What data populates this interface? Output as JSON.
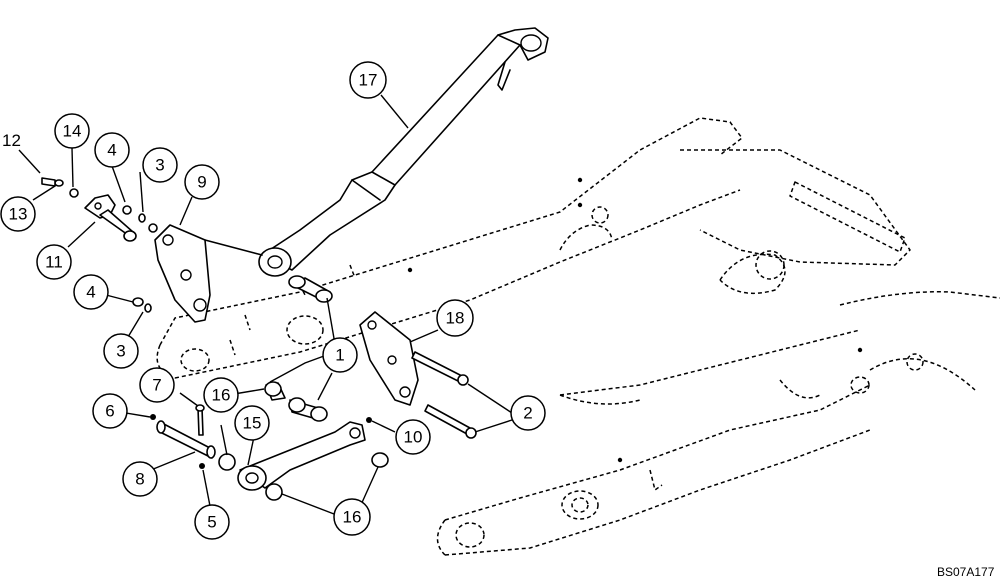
{
  "figure_code": "BS07A177",
  "callouts": {
    "c1": "1",
    "c2": "2",
    "c3a": "3",
    "c3b": "3",
    "c4a": "4",
    "c4b": "4",
    "c5": "5",
    "c6": "6",
    "c7": "7",
    "c8": "8",
    "c9": "9",
    "c10": "10",
    "c11": "11",
    "c12": "12",
    "c13": "13",
    "c14": "14",
    "c15": "15",
    "c16a": "16",
    "c16b": "16",
    "c17": "17",
    "c18": "18"
  }
}
